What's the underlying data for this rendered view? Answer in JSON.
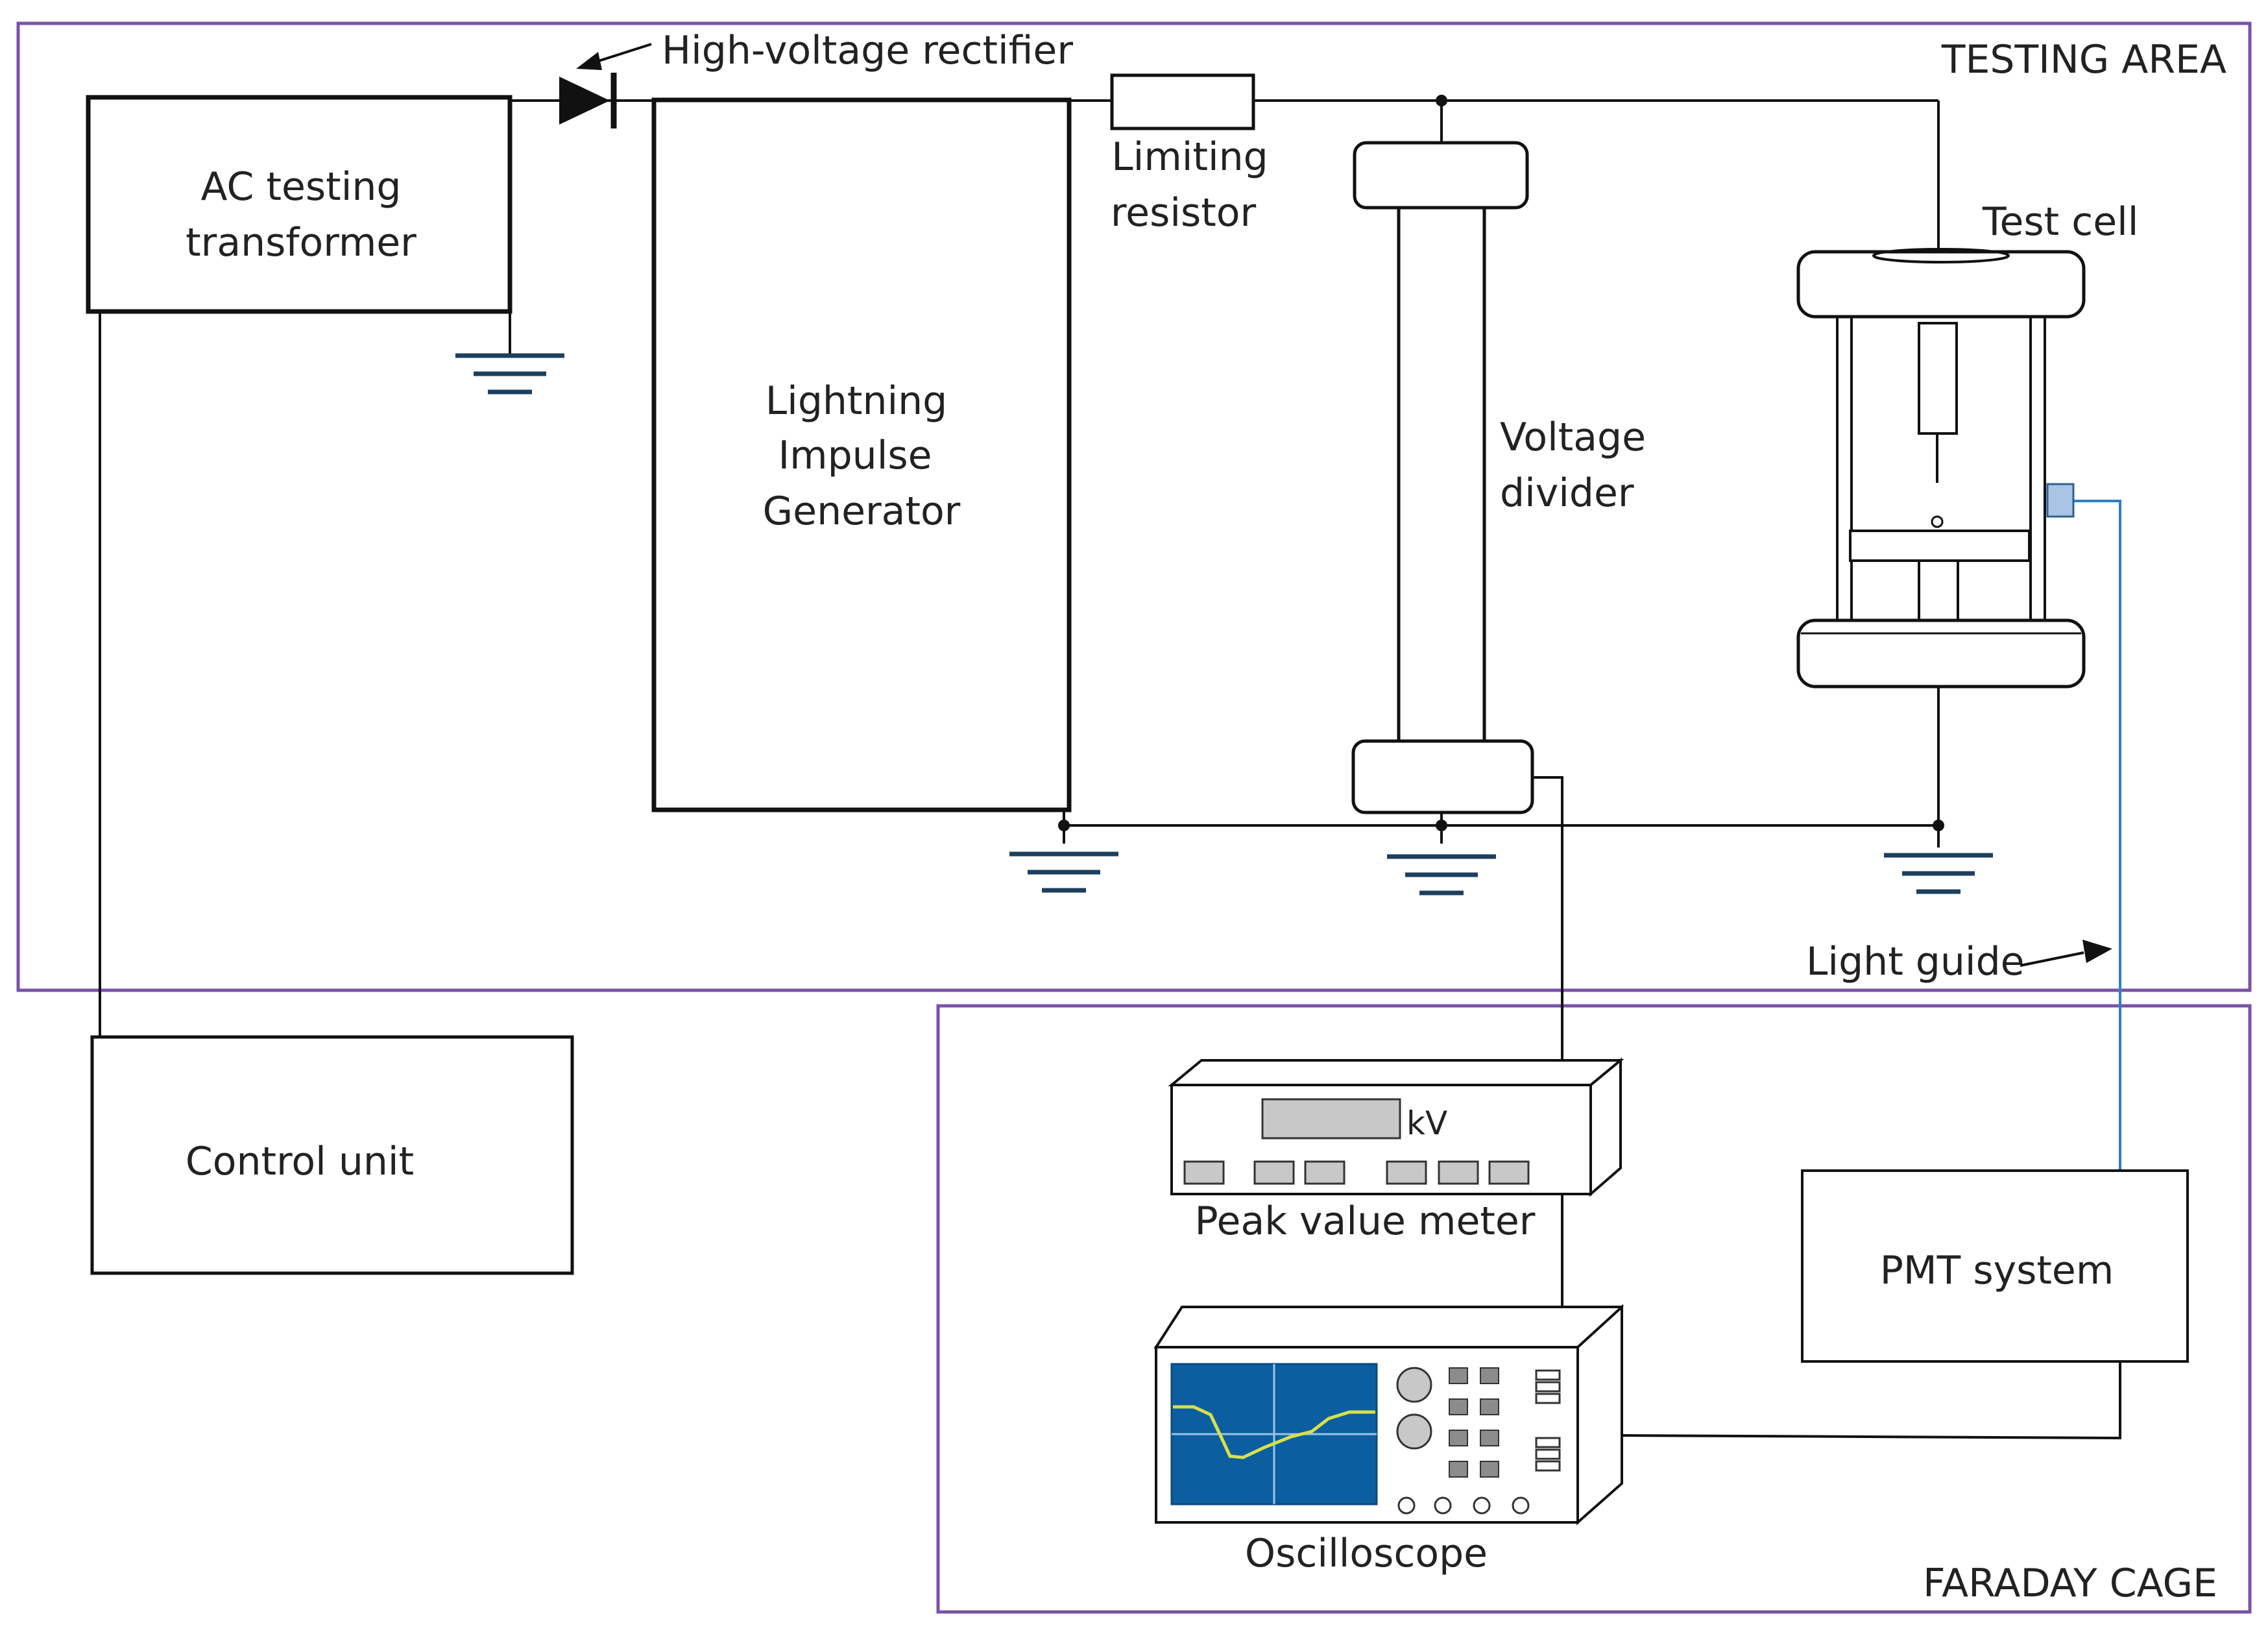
{
  "areas": {
    "testing_area": "TESTING AREA",
    "faraday_cage": "FARADAY CAGE"
  },
  "components": {
    "ac_transformer": [
      "AC testing",
      "transformer"
    ],
    "rectifier": "High-voltage rectifier",
    "impulse_generator": [
      "Lightning",
      "Impulse",
      "Generator"
    ],
    "limiting_resistor": [
      "Limiting",
      "resistor"
    ],
    "voltage_divider": [
      "Voltage",
      "divider"
    ],
    "test_cell": "Test cell",
    "light_guide": "Light guide",
    "control_unit": "Control unit",
    "peak_value_meter": "Peak value meter",
    "meter_unit": "kV",
    "pmt_system": "PMT system",
    "oscilloscope": "Oscilloscope"
  },
  "colors": {
    "area_border": "#7a52a8",
    "light_guide": "#2f7fc0",
    "ground": "#1d3f5e",
    "screen": "#0b5fa0",
    "trace": "#d8e04a",
    "sensor": "#a9c4e4"
  }
}
